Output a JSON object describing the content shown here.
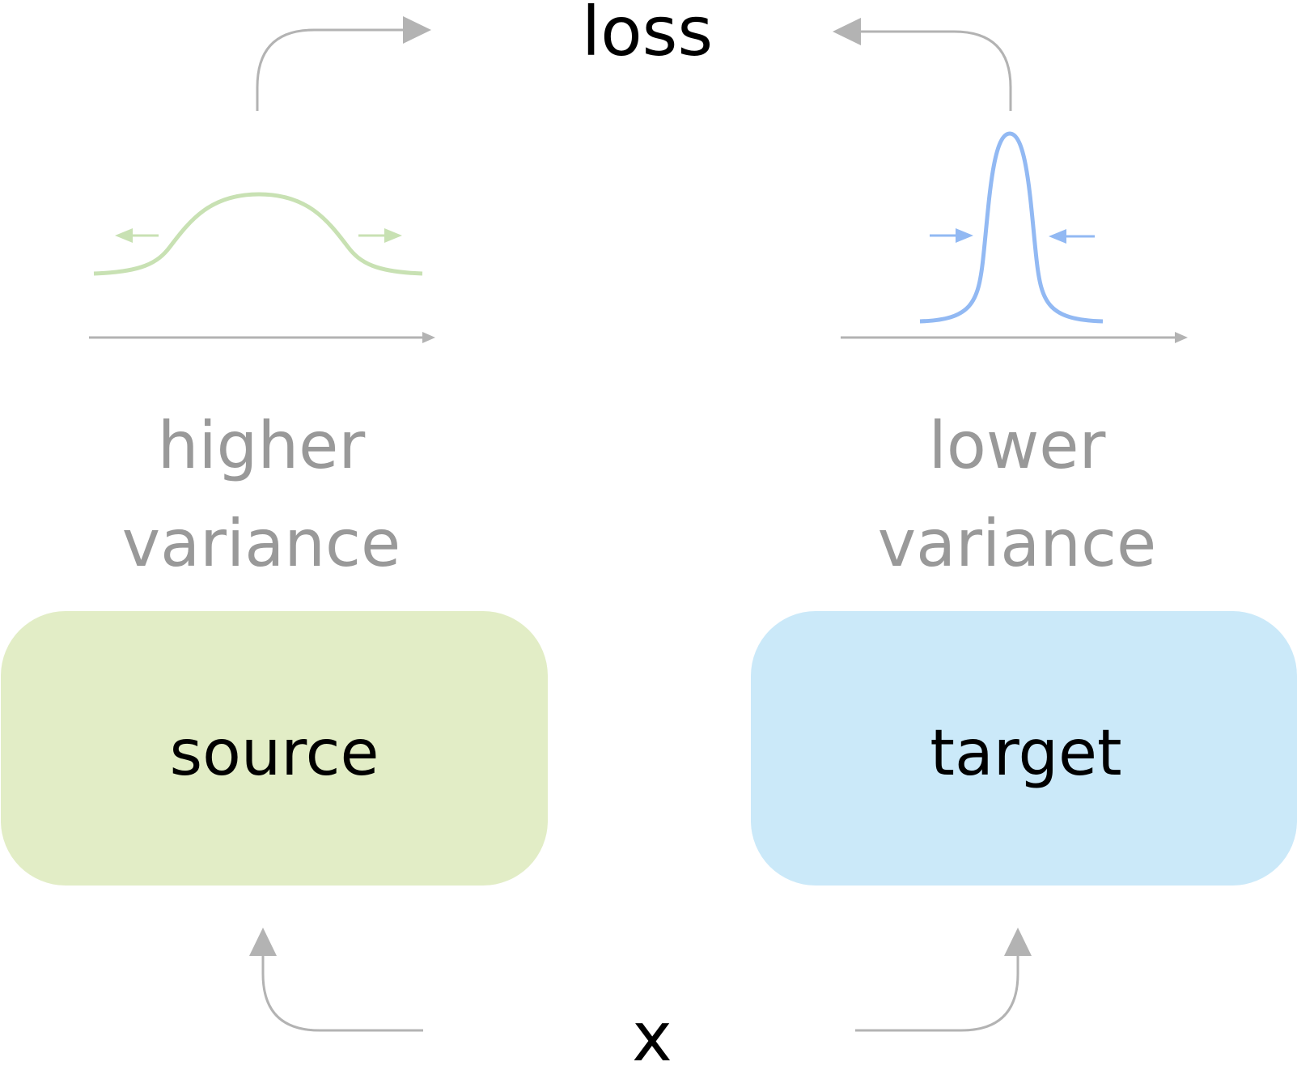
{
  "labels": {
    "loss": "loss",
    "x": "x",
    "source_box": "source",
    "target_box": "target",
    "source_variance_line1": "higher",
    "source_variance_line2": "variance",
    "target_variance_line1": "lower",
    "target_variance_line2": "variance"
  },
  "colors": {
    "source_fill": "#e2edc6",
    "target_fill": "#cbe9f9",
    "source_curve": "#c8e1b3",
    "target_curve": "#92b9f3",
    "arrow_gray": "#b3b3b3",
    "muted_text": "#999999",
    "text": "#000000"
  },
  "icons": {
    "source_curve": "wide-gaussian-icon",
    "target_curve": "narrow-gaussian-icon"
  }
}
